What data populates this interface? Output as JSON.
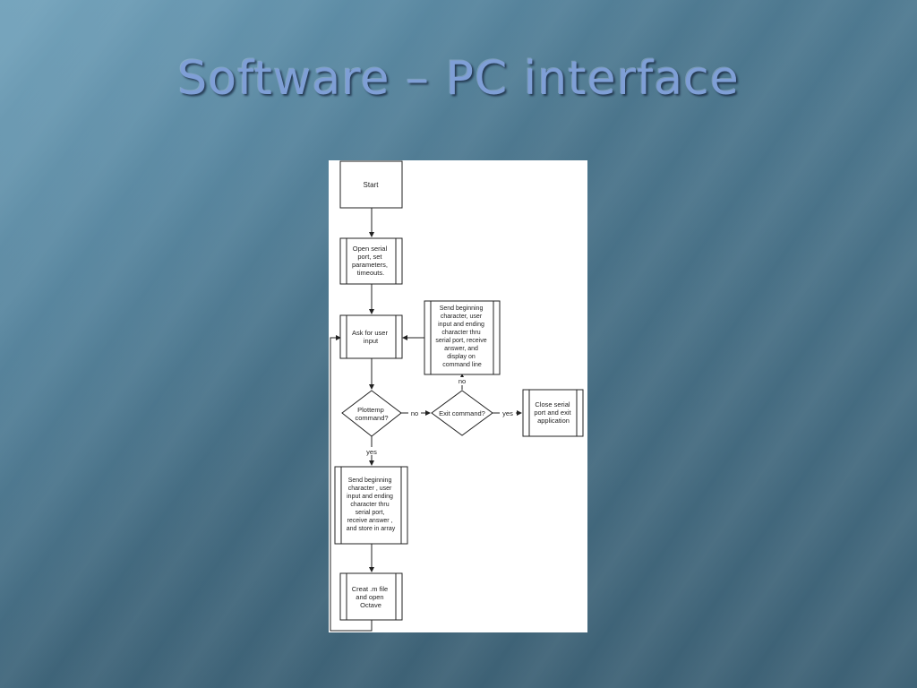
{
  "slide": {
    "title": "Software – PC interface"
  },
  "flowchart": {
    "nodes": {
      "start": [
        "Start"
      ],
      "open_port": [
        "Open serial",
        "port, set",
        "parameters,",
        "timeouts."
      ],
      "ask_input": [
        "Ask for user",
        "input"
      ],
      "send_display": [
        "Send beginning",
        "character, user",
        "input and ending",
        "character thru",
        "serial port, receive",
        "answer, and",
        "display on",
        "command line"
      ],
      "plottemp": [
        "Plottemp",
        "command?"
      ],
      "exit_cmd": [
        "Exit command?"
      ],
      "close_port": [
        "Close serial",
        "port and exit",
        "application"
      ],
      "send_store": [
        "Send beginning",
        "character , user",
        "input and ending",
        "character thru",
        "serial port,",
        "receive answer ,",
        "and store in array"
      ],
      "create_m": [
        "Creat .m file",
        "and open",
        "Octave"
      ]
    },
    "edge_labels": {
      "plottemp_no": "no",
      "exit_yes": "yes",
      "exit_no": "no",
      "plottemp_yes": "yes"
    }
  }
}
